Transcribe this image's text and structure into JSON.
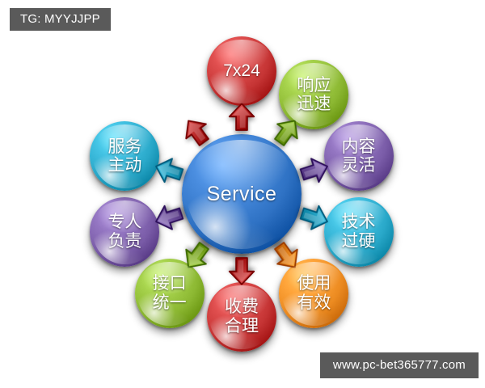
{
  "badges": {
    "tg": "TG: MYYJJPP",
    "watermark": "www.pc-bet365777.com"
  },
  "diagram": {
    "type": "hub-and-spoke",
    "center": {
      "label": "Service",
      "color": "#2f72c4"
    },
    "nodes": [
      {
        "id": "7x24",
        "label": "7x24",
        "color": "#c53434",
        "angle": -90,
        "arrow_color": "#c53434"
      },
      {
        "id": "response-fast",
        "label": "响应\n迅速",
        "color": "#8cb832",
        "angle": -54,
        "arrow_color": "#8cb832"
      },
      {
        "id": "content-flex",
        "label": "内容\n灵活",
        "color": "#7a5ca8",
        "angle": -18,
        "arrow_color": "#7a5ca8"
      },
      {
        "id": "tech-strong",
        "label": "技术\n过硬",
        "color": "#29a8c9",
        "angle": 18,
        "arrow_color": "#29a8c9"
      },
      {
        "id": "use-effective",
        "label": "使用\n有效",
        "color": "#ec8b21",
        "angle": 54,
        "arrow_color": "#ec8b21"
      },
      {
        "id": "fee-fair",
        "label": "收费\n合理",
        "color": "#c53434",
        "angle": 90,
        "arrow_color": "#c53434"
      },
      {
        "id": "api-unified",
        "label": "接口\n统一",
        "color": "#8cb832",
        "angle": 126,
        "arrow_color": "#8cb832"
      },
      {
        "id": "person-resp",
        "label": "专人\n负责",
        "color": "#7a5ca8",
        "angle": 162,
        "arrow_color": "#7a5ca8"
      },
      {
        "id": "service-active",
        "label": "服务\n主动",
        "color": "#29a8c9",
        "angle": 198,
        "arrow_color": "#29a8c9"
      },
      {
        "id": "top-red-left",
        "label": "",
        "color": "#c53434",
        "angle": 234,
        "arrow_color": "#c53434"
      }
    ]
  }
}
